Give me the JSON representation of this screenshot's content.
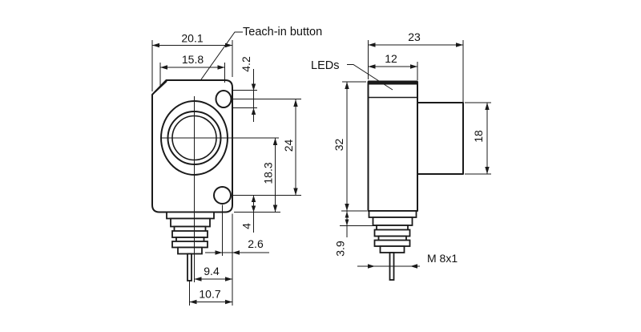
{
  "drawing": {
    "type": "sensor dimensional drawing",
    "units_note": "",
    "colors": {
      "line": "#1a1a1a",
      "background": "#ffffff"
    },
    "front_view": {
      "labels": {
        "teach_in": "Teach-in button"
      },
      "dims": {
        "total_width": "20.1",
        "inner_width": "15.8",
        "button_diameter": "4.2",
        "button_to_led": "24",
        "lens_axis_to_bottom": "18.3",
        "led_to_bottom": "4",
        "led_to_edge": "2.6",
        "lens_axis_to_edge": "9.4",
        "connector_axis_to_edge": "10.7"
      }
    },
    "side_view": {
      "labels": {
        "leds": "LEDs",
        "thread": "M 8x1"
      },
      "dims": {
        "total_depth": "23",
        "front_depth": "12",
        "height": "32",
        "rear_height": "18",
        "collar_height": "3.9"
      }
    }
  }
}
